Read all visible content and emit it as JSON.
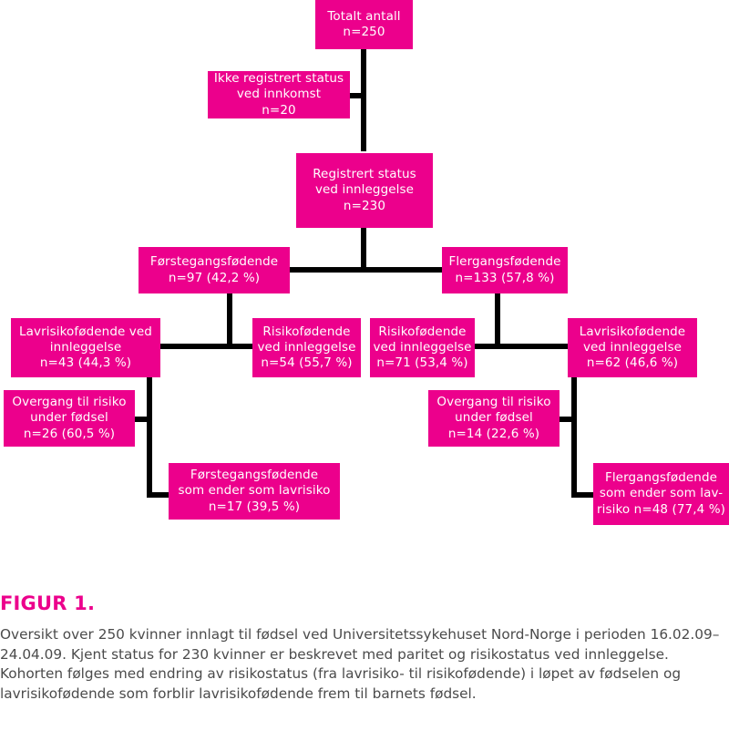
{
  "figure": {
    "label": "FIGUR 1.",
    "caption": "Oversikt over 250 kvinner innlagt til fødsel ved Universitetssykehuset Nord-Norge i perioden 16.02.09–24.04.09. Kjent status for 230 kvinner er beskrevet med paritet og risikostatus ved innleggelse. Kohorten følges med endring av risikostatus (fra lavrisiko- til risikofødende) i løpet av fødselen og lavrisikofødende som forblir lavrisikofødende frem til barnets fødsel.",
    "accent_color": "#ec008c",
    "connector_color": "#000000",
    "caption_color": "#4b4b4b"
  },
  "chart_data": {
    "type": "diagram",
    "title": "FIGUR 1.",
    "nodes": [
      {
        "id": "total",
        "lines": [
          "Totalt antall",
          "n=250"
        ],
        "n": 250,
        "percent": null
      },
      {
        "id": "unregistered",
        "lines": [
          "Ikke registrert status",
          "ved innkomst",
          "n=20"
        ],
        "n": 20,
        "percent": null
      },
      {
        "id": "registered",
        "lines": [
          "Registrert status",
          "ved innleggelse",
          "n=230"
        ],
        "n": 230,
        "percent": null
      },
      {
        "id": "primipara",
        "lines": [
          "Førstegangsfødende",
          "n=97 (42,2 %)"
        ],
        "n": 97,
        "percent": 42.2
      },
      {
        "id": "multipara",
        "lines": [
          "Flergangsfødende",
          "n=133 (57,8 %)"
        ],
        "n": 133,
        "percent": 57.8
      },
      {
        "id": "p-lowrisk",
        "lines": [
          "Lavrisikofødende ved",
          "innleggelse",
          "n=43 (44,3 %)"
        ],
        "n": 43,
        "percent": 44.3
      },
      {
        "id": "p-risk",
        "lines": [
          "Risikofødende",
          "ved innleggelse",
          "n=54 (55,7 %)"
        ],
        "n": 54,
        "percent": 55.7
      },
      {
        "id": "m-risk",
        "lines": [
          "Risikofødende",
          "ved innleggelse",
          "n=71 (53,4 %)"
        ],
        "n": 71,
        "percent": 53.4
      },
      {
        "id": "m-lowrisk",
        "lines": [
          "Lavrisikofødende",
          "ved innleggelse",
          "n=62 (46,6 %)"
        ],
        "n": 62,
        "percent": 46.6
      },
      {
        "id": "p-transition",
        "lines": [
          "Overgang til risiko",
          "under fødsel",
          "n=26 (60,5 %)"
        ],
        "n": 26,
        "percent": 60.5
      },
      {
        "id": "m-transition",
        "lines": [
          "Overgang til risiko",
          "under fødsel",
          "n=14 (22,6 %)"
        ],
        "n": 14,
        "percent": 22.6
      },
      {
        "id": "p-stayslow",
        "lines": [
          "Førstegangsfødende",
          "som ender som lavrisiko",
          "n=17 (39,5 %)"
        ],
        "n": 17,
        "percent": 39.5
      },
      {
        "id": "m-stayslow",
        "lines": [
          "Flergangsfødende",
          "som ender som lav-",
          "risiko n=48 (77,4 %)"
        ],
        "n": 48,
        "percent": 77.4
      }
    ],
    "edges": [
      {
        "from": "total",
        "to": "unregistered"
      },
      {
        "from": "total",
        "to": "registered"
      },
      {
        "from": "registered",
        "to": "primipara"
      },
      {
        "from": "registered",
        "to": "multipara"
      },
      {
        "from": "primipara",
        "to": "p-lowrisk"
      },
      {
        "from": "primipara",
        "to": "p-risk"
      },
      {
        "from": "multipara",
        "to": "m-risk"
      },
      {
        "from": "multipara",
        "to": "m-lowrisk"
      },
      {
        "from": "p-lowrisk",
        "to": "p-transition"
      },
      {
        "from": "p-lowrisk",
        "to": "p-stayslow"
      },
      {
        "from": "m-lowrisk",
        "to": "m-transition"
      },
      {
        "from": "m-lowrisk",
        "to": "m-stayslow"
      }
    ]
  }
}
